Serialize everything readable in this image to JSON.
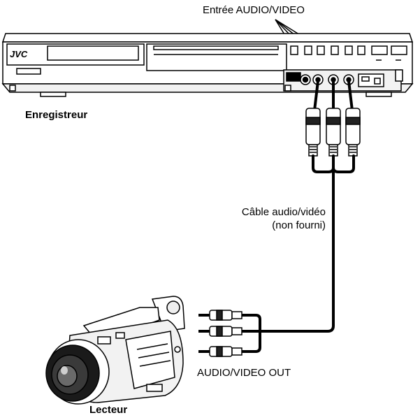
{
  "labels": {
    "input": "Entrée AUDIO/VIDEO",
    "recorder": "Enregistreur",
    "cable_line1": "Câble audio/vidéo",
    "cable_line2": "(non fourni)",
    "output": "AUDIO/VIDEO OUT",
    "player": "Lecteur"
  },
  "recorder_brand": "JVC",
  "colors": {
    "line": "#000000",
    "fill": "#ffffff",
    "panel": "#f2f2f2",
    "lens": "#1a1a1a"
  }
}
